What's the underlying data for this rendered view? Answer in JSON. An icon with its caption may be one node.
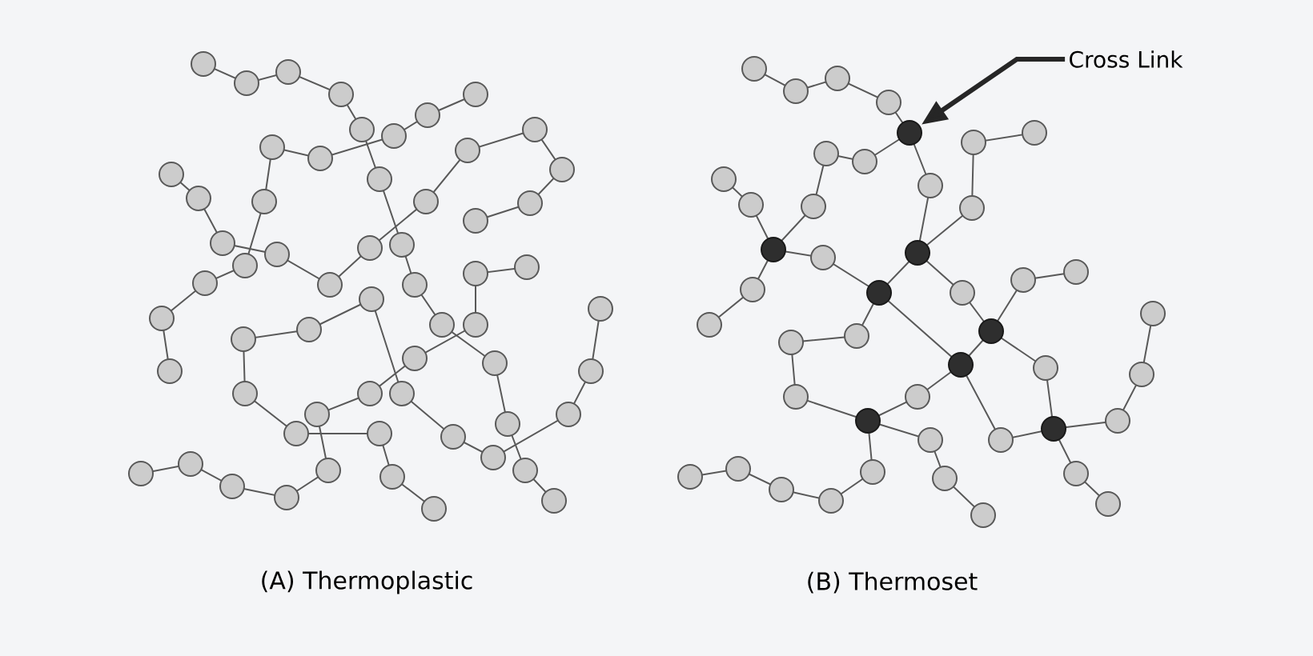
{
  "diagram": {
    "nodes": [
      {
        "text": [
          "Cross Link"
        ]
      },
      {
        "text": [],
        "shape": "circle"
      }
    ],
    "edges": [
      {
        "from": 0,
        "to": 1,
        "arrow": "to"
      }
    ],
    "labels": [
      "(A) Thermoplastic",
      "(B) Thermoset"
    ]
  }
}
